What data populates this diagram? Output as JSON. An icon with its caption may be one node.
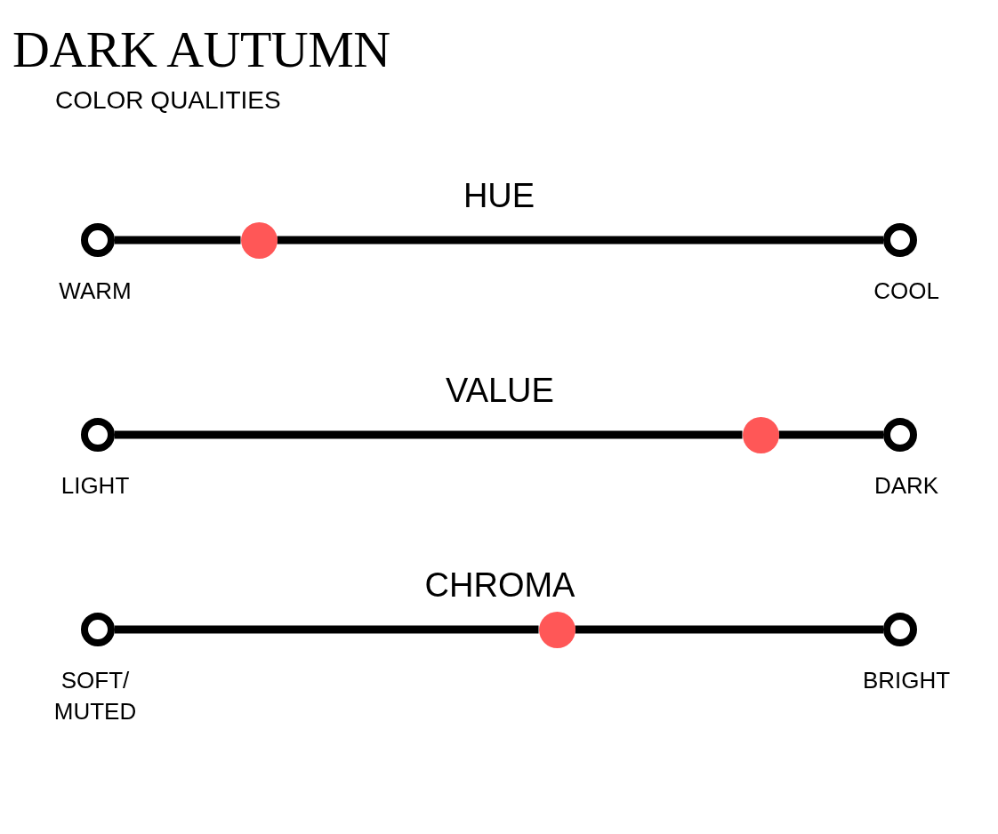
{
  "diagram": {
    "title": "DARK AUTUMN",
    "nodes": [
      {
        "text": [],
        "shape": "ring",
        "beside": [
          "WARM"
        ]
      },
      {
        "text": [],
        "shape": "circle"
      },
      {
        "text": [],
        "shape": "ring",
        "beside": [
          "COOL"
        ]
      },
      {
        "text": [],
        "shape": "ring",
        "beside": [
          "LIGHT"
        ]
      },
      {
        "text": [],
        "shape": "circle"
      },
      {
        "text": [],
        "shape": "ring",
        "beside": [
          "DARK"
        ]
      },
      {
        "text": [],
        "shape": "ring",
        "beside": [
          "SOFT/ MUTED"
        ]
      },
      {
        "text": [],
        "shape": "circle"
      },
      {
        "text": [],
        "shape": "ring",
        "beside": [
          "BRIGHT"
        ]
      }
    ],
    "edges": [
      {
        "from": 0,
        "to": 1,
        "arrow": "none"
      },
      {
        "from": 1,
        "to": 2,
        "arrow": "none"
      },
      {
        "from": 3,
        "to": 4,
        "arrow": "none"
      },
      {
        "from": 4,
        "to": 5,
        "arrow": "none"
      },
      {
        "from": 6,
        "to": 7,
        "arrow": "none"
      },
      {
        "from": 7,
        "to": 8,
        "arrow": "none"
      }
    ],
    "labels": [
      "COLOR QUALITIES",
      "HUE",
      "VALUE",
      "CHROMA"
    ]
  }
}
